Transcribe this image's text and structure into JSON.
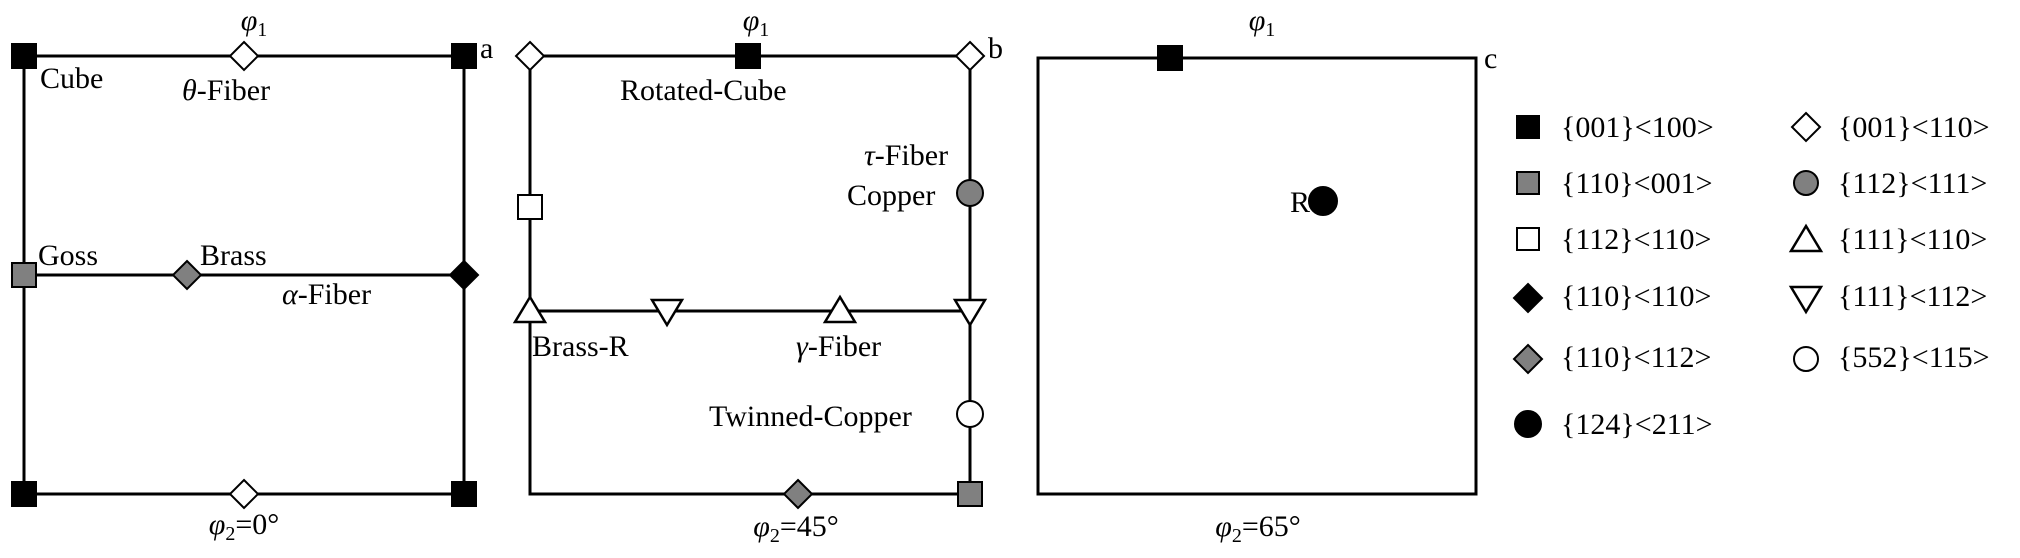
{
  "panels": {
    "a": {
      "letter": "a",
      "phi1": "φ",
      "phi1_sub": "1",
      "phi2": "φ",
      "phi2_sub": "2",
      "phi2_value": "=0°",
      "labels": {
        "cube": "Cube",
        "theta_fiber_symbol": "θ",
        "theta_fiber_text": "-Fiber",
        "goss": "Goss",
        "brass": "Brass",
        "alpha_fiber_symbol": "α",
        "alpha_fiber_text": "-Fiber"
      }
    },
    "b": {
      "letter": "b",
      "phi1": "φ",
      "phi1_sub": "1",
      "phi2": "φ",
      "phi2_sub": "2",
      "phi2_value": "=45°",
      "labels": {
        "rotated_cube": "Rotated-Cube",
        "tau_fiber_symbol": "τ",
        "tau_fiber_text": "-Fiber",
        "copper": "Copper",
        "brass_r": "Brass-R",
        "gamma_fiber_symbol": "γ",
        "gamma_fiber_text": "-Fiber",
        "twinned_copper": "Twinned-Copper"
      }
    },
    "c": {
      "letter": "c",
      "phi1": "φ",
      "phi1_sub": "1",
      "phi2": "φ",
      "phi2_sub": "2",
      "phi2_value": "=65°",
      "labels": {
        "r": "R"
      }
    }
  },
  "legend": {
    "items": [
      {
        "text": "{001}<100>",
        "marker": "black-square"
      },
      {
        "text": "{001}<110>",
        "marker": "white-diamond"
      },
      {
        "text": "{110}<001>",
        "marker": "gray-square"
      },
      {
        "text": "{112}<111>",
        "marker": "gray-circle"
      },
      {
        "text": "{112}<110>",
        "marker": "white-square"
      },
      {
        "text": "{111}<110>",
        "marker": "white-triangle-up"
      },
      {
        "text": "{110}<110>",
        "marker": "black-diamond"
      },
      {
        "text": "{111}<112>",
        "marker": "white-triangle-down"
      },
      {
        "text": "{110}<112>",
        "marker": "gray-diamond"
      },
      {
        "text": "{552}<115>",
        "marker": "white-circle"
      },
      {
        "text": "{124}<211>",
        "marker": "black-circle"
      }
    ]
  },
  "colors": {
    "black": "#000000",
    "gray": "#808080",
    "white": "#ffffff"
  }
}
